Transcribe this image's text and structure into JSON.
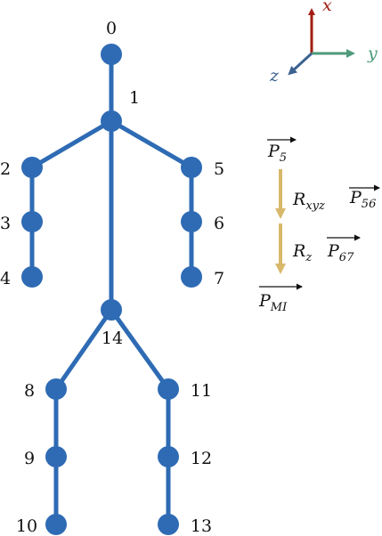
{
  "colors": {
    "joint": "#2e6bb4",
    "bone": "#2e6bb4",
    "x_axis": "#a11d12",
    "y_axis": "#4f9a7a",
    "z_axis": "#3b6290",
    "flow_arrow": "#d8b86a",
    "text": "#111111"
  },
  "skeleton": {
    "joints": [
      {
        "id": "0",
        "label": "0"
      },
      {
        "id": "1",
        "label": "1"
      },
      {
        "id": "2",
        "label": "2"
      },
      {
        "id": "3",
        "label": "3"
      },
      {
        "id": "4",
        "label": "4"
      },
      {
        "id": "5",
        "label": "5"
      },
      {
        "id": "6",
        "label": "6"
      },
      {
        "id": "7",
        "label": "7"
      },
      {
        "id": "8",
        "label": "8"
      },
      {
        "id": "9",
        "label": "9"
      },
      {
        "id": "10",
        "label": "10"
      },
      {
        "id": "11",
        "label": "11"
      },
      {
        "id": "12",
        "label": "12"
      },
      {
        "id": "13",
        "label": "13"
      },
      {
        "id": "14",
        "label": "14"
      }
    ],
    "bones": [
      [
        "0",
        "1"
      ],
      [
        "1",
        "2"
      ],
      [
        "2",
        "3"
      ],
      [
        "3",
        "4"
      ],
      [
        "1",
        "5"
      ],
      [
        "5",
        "6"
      ],
      [
        "6",
        "7"
      ],
      [
        "1",
        "14"
      ],
      [
        "14",
        "8"
      ],
      [
        "8",
        "9"
      ],
      [
        "9",
        "10"
      ],
      [
        "14",
        "11"
      ],
      [
        "11",
        "12"
      ],
      [
        "12",
        "13"
      ]
    ]
  },
  "axes": {
    "x_label": "x",
    "y_label": "y",
    "z_label": "z"
  },
  "flow": {
    "p5": {
      "base": "P",
      "sub": "5"
    },
    "step1": {
      "rotation": {
        "base": "R",
        "sub": "xyz"
      },
      "vector": {
        "base": "P",
        "sub": "56"
      }
    },
    "step2": {
      "rotation": {
        "base": "R",
        "sub": "z"
      },
      "vector": {
        "base": "P",
        "sub": "67"
      }
    },
    "result": {
      "base": "P",
      "sub": "MI"
    }
  }
}
